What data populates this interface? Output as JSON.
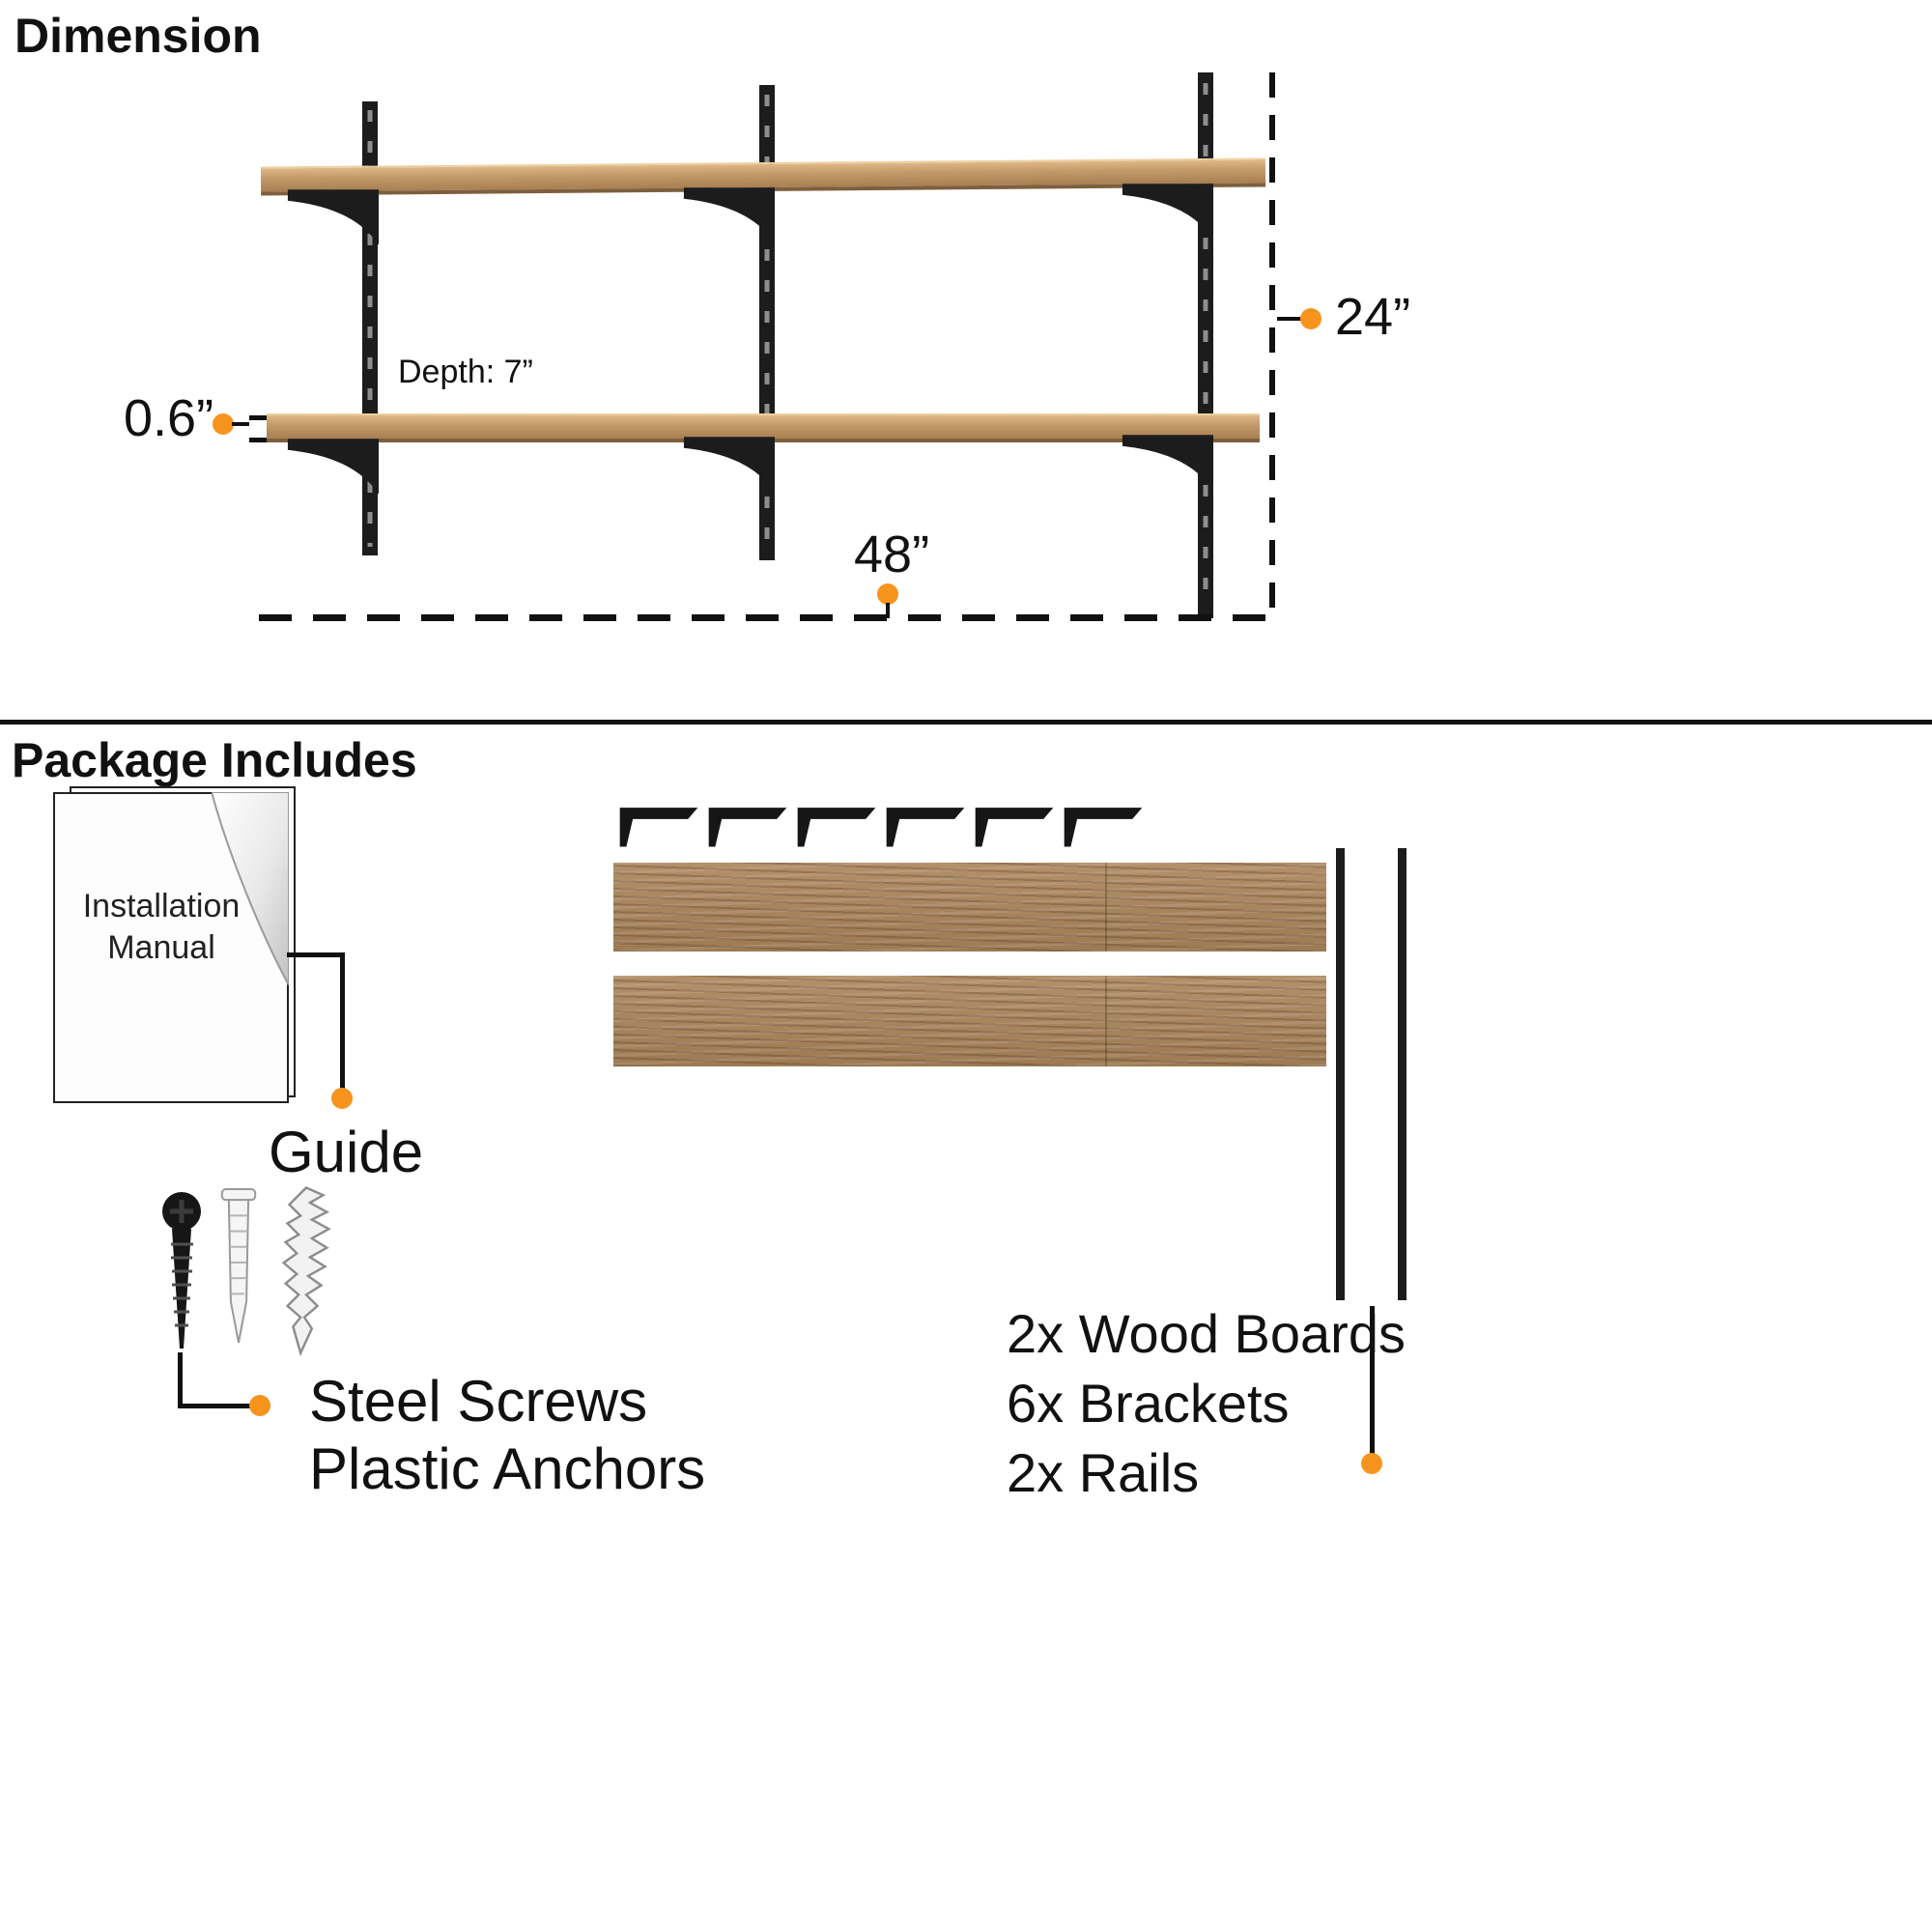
{
  "colors": {
    "accent": "#F7941E",
    "wood": "#B8926A",
    "ink": "#111111"
  },
  "dimension": {
    "title": "Dimension",
    "depth_label": "Depth: 7”",
    "height_label": "24”",
    "thickness_label": "0.6”",
    "width_label": "48”"
  },
  "package": {
    "title": "Package Includes",
    "manual_line1": "Installation",
    "manual_line2": "Manual",
    "guide_label": "Guide",
    "screws_label": "Steel Screws",
    "anchors_label": "Plastic Anchors",
    "items": [
      {
        "label": "2x Wood Boards"
      },
      {
        "label": "6x Brackets"
      },
      {
        "label": "2x Rails"
      }
    ]
  }
}
